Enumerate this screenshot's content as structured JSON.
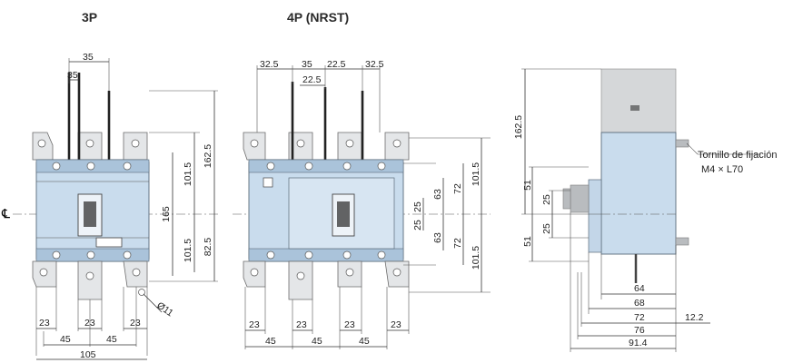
{
  "titles": {
    "three_pole": "3P",
    "four_pole": "4P (NRST)"
  },
  "centerline_symbol": "℄",
  "view_3p": {
    "top_dims": [
      "35",
      "35"
    ],
    "right_dims": [
      "162.5",
      "101.5",
      "165",
      "101.5",
      "82.5"
    ],
    "hole_dia": "Ø11",
    "bottom_dims": [
      "23",
      "23",
      "23",
      "45",
      "45",
      "105"
    ]
  },
  "view_4p": {
    "top_dims": [
      "32.5",
      "35",
      "22.5",
      "32.5",
      "22.5"
    ],
    "right_dims": [
      "101.5",
      "72",
      "63",
      "25",
      "25",
      "63",
      "72",
      "101.5"
    ],
    "bottom_dims": [
      "23",
      "23",
      "23",
      "23",
      "45",
      "45",
      "45"
    ]
  },
  "side_view": {
    "left_dims": [
      "162.5",
      "51",
      "25",
      "25",
      "51"
    ],
    "fixing_screw_label": "Tornillo de fijación",
    "fixing_screw_spec": "M4 × L70",
    "bottom_dims": [
      "64",
      "68",
      "72",
      "76",
      "91.4"
    ],
    "right_dim": "12.2"
  }
}
